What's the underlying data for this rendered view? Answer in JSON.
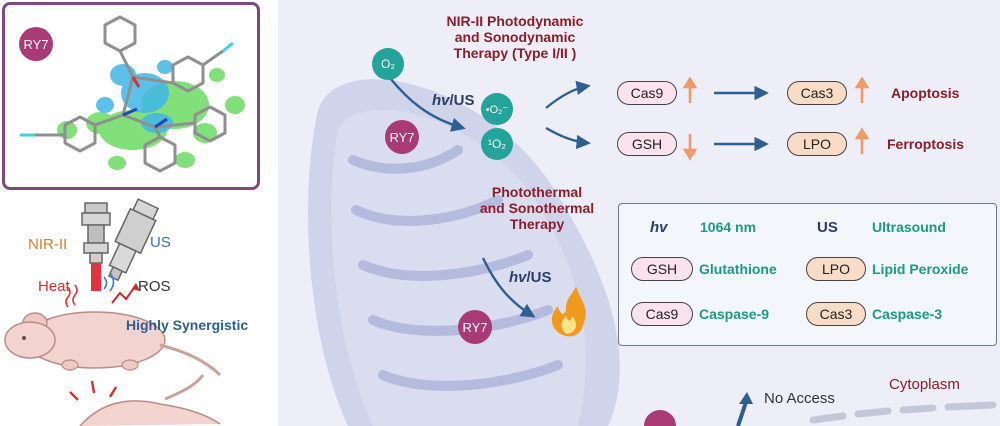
{
  "molecule_panel": {
    "badge": "RY7"
  },
  "device": {
    "nir_label": "NIR-II",
    "us_label": "US",
    "heat_label": "Heat",
    "ros_label": "ROS",
    "synergy_label": "Highly Synergistic"
  },
  "pdt_title": [
    "NIR-II Photodynamic",
    "and Sonodynamic",
    "Therapy (Type I/II )"
  ],
  "ptt_title": [
    "Photothermal",
    "and Sonothermal",
    "Therapy"
  ],
  "species": {
    "o2": "O₂",
    "superoxide": "•O₂⁻",
    "singlet": "¹O₂"
  },
  "ry7_label": "RY7",
  "hv_label": "hv",
  "us_suffix": "/US",
  "markers": {
    "cas9": "Cas9",
    "cas3": "Cas3",
    "gsh": "GSH",
    "lpo": "LPO"
  },
  "outcomes": {
    "apoptosis": "Apoptosis",
    "ferroptosis": "Ferroptosis"
  },
  "legend": {
    "hv_key": "hv",
    "hv_value": "1064 nm",
    "us_key": "US",
    "us_value": "Ultrasound",
    "gsh_key": "GSH",
    "gsh_value": "Glutathione",
    "lpo_key": "LPO",
    "lpo_value": "Lipid Peroxide",
    "cas9_key": "Cas9",
    "cas9_value": "Caspase-9",
    "cas3_key": "Cas3",
    "cas3_value": "Caspase-3"
  },
  "no_access_label": "No Access",
  "cytoplasm_label": "Cytoplasm",
  "colors": {
    "title_red": "#8b1e2a",
    "magenta": "#a83a76",
    "teal": "#23a39a",
    "legend_green": "#1d9a86",
    "arrow_blue": "#2d5f92",
    "up_orange": "#f09a6a"
  }
}
